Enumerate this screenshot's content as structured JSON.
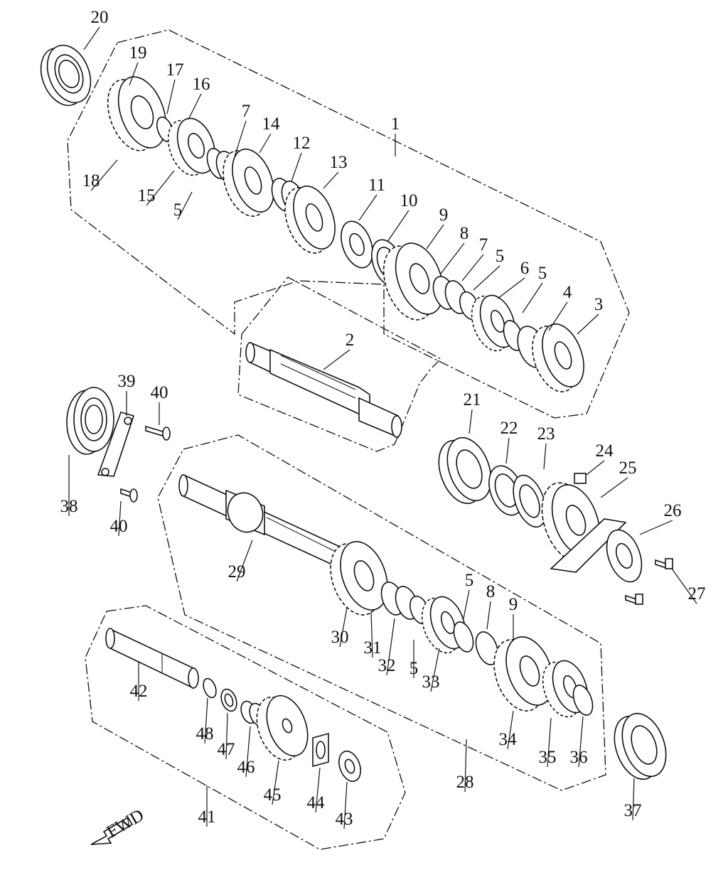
{
  "diagram": {
    "labels": [
      "1",
      "2",
      "3",
      "4",
      "5",
      "5",
      "5",
      "5",
      "5",
      "6",
      "7",
      "7",
      "8",
      "8",
      "9",
      "9",
      "10",
      "11",
      "12",
      "13",
      "14",
      "15",
      "16",
      "17",
      "18",
      "19",
      "20",
      "21",
      "22",
      "23",
      "24",
      "25",
      "26",
      "27",
      "28",
      "29",
      "30",
      "31",
      "32",
      "33",
      "34",
      "35",
      "36",
      "37",
      "38",
      "39",
      "40",
      "40",
      "41",
      "42",
      "43",
      "44",
      "45",
      "46",
      "47",
      "48"
    ],
    "fwd_label": "FWD"
  }
}
